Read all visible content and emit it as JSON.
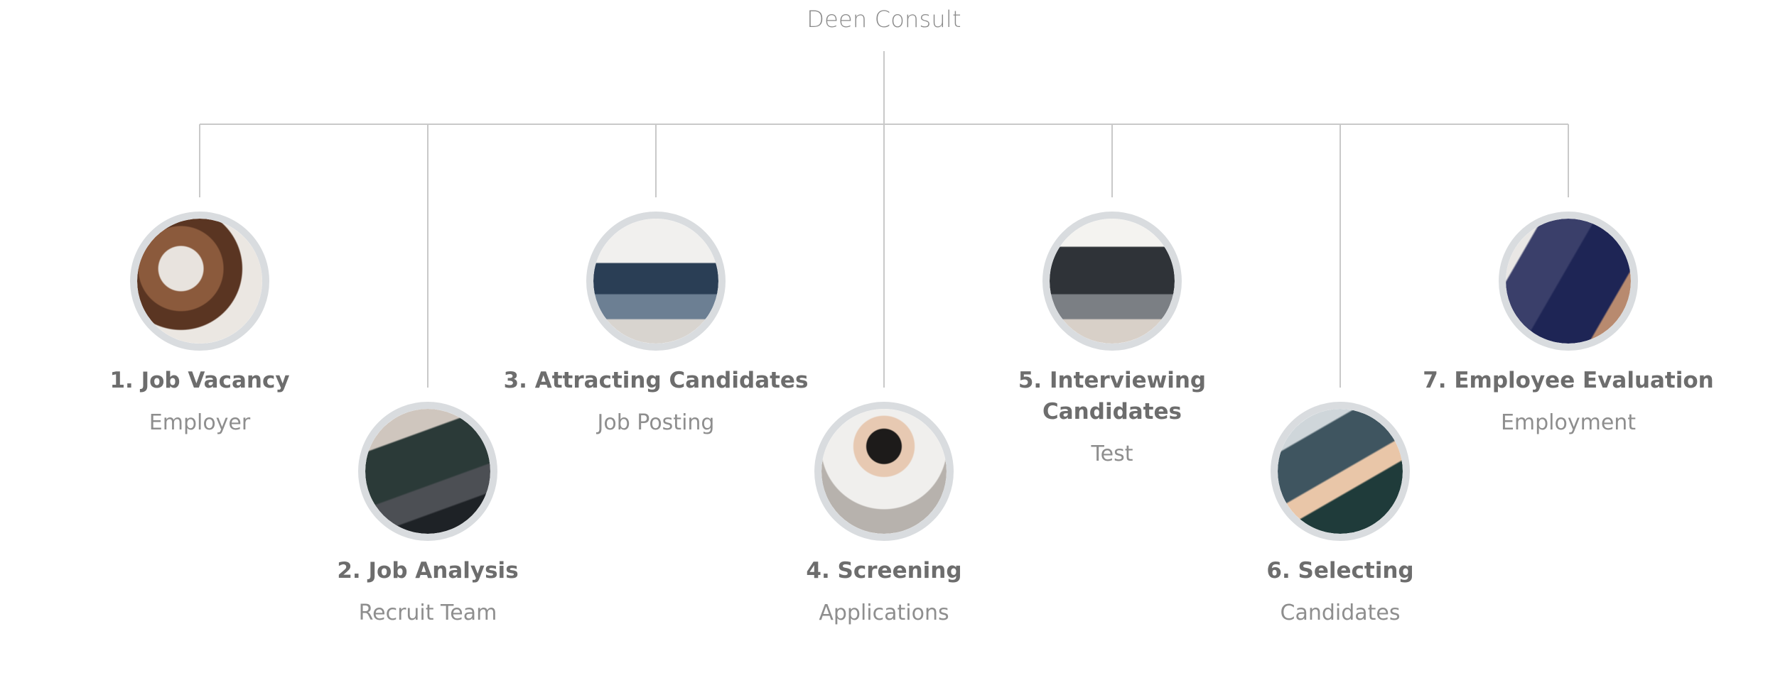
{
  "root": {
    "label": "Deen Consult"
  },
  "steps": [
    {
      "title": "1. Job Vacancy",
      "subtitle": "Employer",
      "photo_icon": "handshake-circle-photo"
    },
    {
      "title": "2. Job Analysis",
      "subtitle": "Recruit Team",
      "photo_icon": "laptop-typing-photo"
    },
    {
      "title": "3. Attracting Candidates",
      "subtitle": "Job Posting",
      "photo_icon": "team-celebrating-photo"
    },
    {
      "title": "4. Screening",
      "subtitle": "Applications",
      "photo_icon": "woman-at-laptop-photo"
    },
    {
      "title": "5. Interviewing Candidates",
      "subtitle": "Test",
      "photo_icon": "interview-meeting-photo"
    },
    {
      "title": "6. Selecting",
      "subtitle": "Candidates",
      "photo_icon": "handshake-deal-photo"
    },
    {
      "title": "7. Employee Evaluation",
      "subtitle": "Employment",
      "photo_icon": "evaluation-meeting-photo"
    }
  ],
  "colors": {
    "connector": "#c9c9c9",
    "title_text": "#6d6d6d",
    "subtitle_text": "#8e8e8e",
    "photo_ring": "#d9dcdf"
  }
}
